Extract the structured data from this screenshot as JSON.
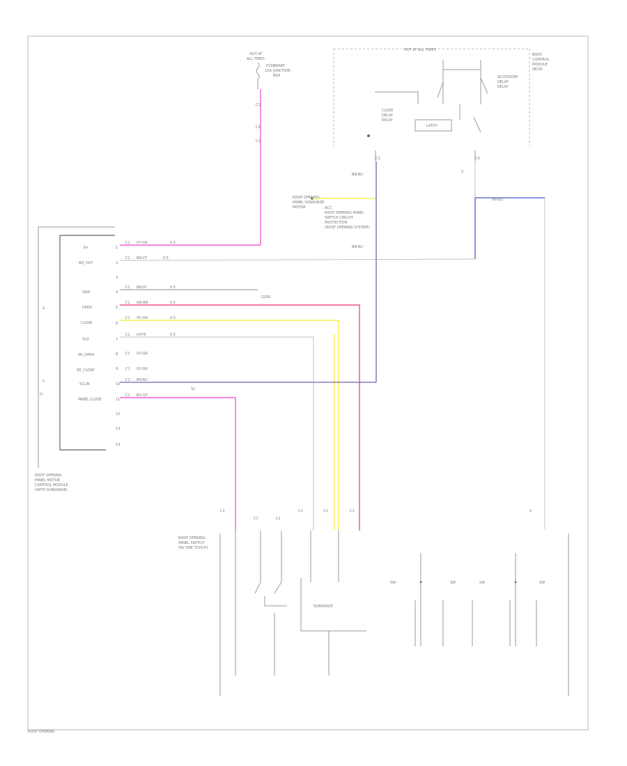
{
  "module": {
    "pins": [
      {
        "name": "B+"
      },
      {
        "name": "BD_OUT"
      },
      {
        "name": ""
      },
      {
        "name": "GND"
      },
      {
        "name": "OPEN"
      },
      {
        "name": "CLOSE"
      },
      {
        "name": "TILT"
      },
      {
        "name": "SR_OPEN"
      },
      {
        "name": "SR_CLOSE"
      },
      {
        "name": "SCLIN"
      },
      {
        "name": "PANEL CLOSE"
      }
    ],
    "caption": [
      "ROOF OPENING",
      "PANEL MOTOR",
      "CONTROL MODULE",
      "(WITH SUNSHADE)"
    ]
  },
  "wires": {
    "b_plus": {
      "circuit": "C1",
      "color": "VT-GN",
      "size": "0.5"
    },
    "bd_out": {
      "circuit": "C1",
      "color": "BN-VT",
      "size": "0.5"
    },
    "gnd": {
      "circuit": "C1",
      "color": "BK-GY",
      "size": "0.5"
    },
    "open": {
      "circuit": "C1",
      "color": "GN-BN",
      "size": "0.5"
    },
    "close": {
      "circuit": "C1",
      "color": "YE-GN",
      "size": "0.5"
    },
    "tilt": {
      "circuit": "C1",
      "color": "GY-YE",
      "size": "0.5"
    },
    "sr_open": {
      "circuit": "C1",
      "color": "GY-GN"
    },
    "sr_close": {
      "circuit": "C1",
      "color": "GY-GN"
    },
    "sclin": {
      "circuit": "C1",
      "color": "BN-BU",
      "splice": "S1"
    },
    "panel_close": {
      "circuit": "C1",
      "color": "BU-GY"
    }
  },
  "fuse": {
    "labels": [
      "HOT AT",
      "ALL TIMES",
      "FUSE",
      "15A",
      "SMART",
      "JUNCTION",
      "BOX"
    ]
  },
  "relay_box": {
    "title": "HOT AT ALL TIMES",
    "labels": [
      "BODY",
      "CONTROL",
      "MODULE",
      "(BCM)",
      "ACCESSORY",
      "DELAY",
      "RELAY",
      "CLOSE",
      "DELAY",
      "RELAY",
      "LATCH"
    ],
    "outputs": [
      "C3",
      "C4"
    ]
  },
  "sensor": {
    "labels": [
      "ROOF OPENING",
      "PANEL SUNSHADE",
      "MOTOR"
    ]
  },
  "switch": {
    "caption": [
      "ROOF OPENING",
      "PANEL SWITCH",
      "(W/ ONE TOUCH)"
    ],
    "subswitch": "SUNSHADE"
  },
  "ground": {
    "label": "G200"
  },
  "footer": {
    "code": "ROOF OPENING"
  }
}
